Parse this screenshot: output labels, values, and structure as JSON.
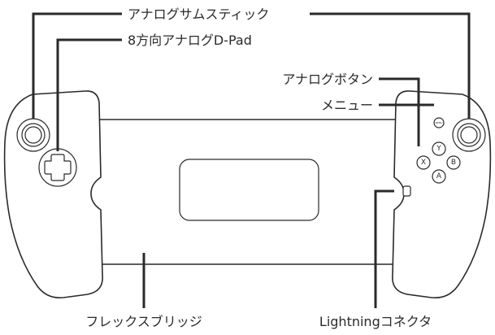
{
  "labels": {
    "thumbstick": "アナログサムスティック",
    "dpad": "8方向アナログD-Pad",
    "analog_buttons": "アナログボタン",
    "menu": "メニュー",
    "bridge": "フレックスブリッジ",
    "connector": "Lightningコネクタ"
  },
  "buttons": {
    "y": "Y",
    "x": "X",
    "b": "B",
    "a": "A",
    "menu_glyph": "MENU"
  },
  "colors": {
    "line": "#2a2a2a",
    "background": "#ffffff"
  }
}
